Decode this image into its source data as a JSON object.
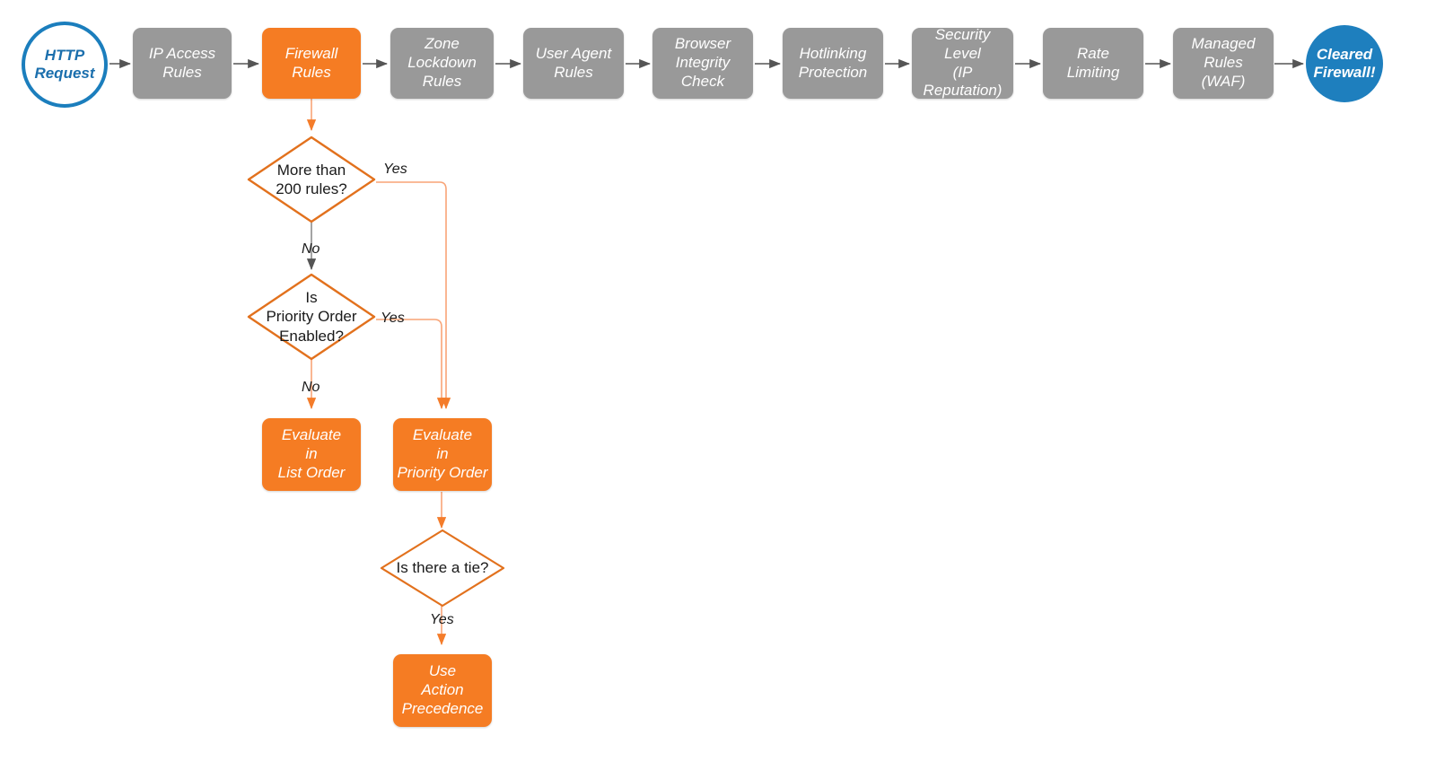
{
  "diagram": {
    "title": "Cloudflare Firewall Rules Evaluation Order",
    "background": "#ffffff",
    "colors": {
      "gray_fill": "#999999",
      "orange_fill": "#f57c23",
      "orange_stroke": "#e2711d",
      "blue_fill": "#1e7fbe",
      "blue_stroke": "#1b7ebd",
      "gray_arrow": "#555555",
      "orange_arrow": "#f8a477",
      "text_dark": "#1a1a1a",
      "text_light": "#ffffff"
    }
  },
  "pipeline": {
    "start": {
      "label": "HTTP\nRequest",
      "shape": "circle"
    },
    "steps": [
      {
        "label": "IP Access\nRules",
        "state": "inactive"
      },
      {
        "label": "Firewall\nRules",
        "state": "active"
      },
      {
        "label": "Zone\nLockdown\nRules",
        "state": "inactive"
      },
      {
        "label": "User Agent\nRules",
        "state": "inactive"
      },
      {
        "label": "Browser\nIntegrity\nCheck",
        "state": "inactive"
      },
      {
        "label": "Hotlinking\nProtection",
        "state": "inactive"
      },
      {
        "label": "Security\nLevel\n(IP Reputation)",
        "state": "inactive"
      },
      {
        "label": "Rate\nLimiting",
        "state": "inactive"
      },
      {
        "label": "Managed\nRules\n(WAF)",
        "state": "inactive"
      }
    ],
    "end": {
      "label": "Cleared\nFirewall!",
      "shape": "circle"
    }
  },
  "branch": {
    "decisions": [
      {
        "id": "more-than-200-rules",
        "label": "More than\n200 rules?"
      },
      {
        "id": "is-priority-order-enabled",
        "label": "Is\nPriority Order\nEnabled?"
      },
      {
        "id": "is-there-a-tie",
        "label": "Is there a tie?"
      }
    ],
    "outcomes": [
      {
        "id": "evaluate-in-list-order",
        "label": "Evaluate\nin\nList Order"
      },
      {
        "id": "evaluate-in-priority-order",
        "label": "Evaluate\nin\nPriority Order"
      },
      {
        "id": "use-action-precedence",
        "label": "Use\nAction\nPrecedence"
      }
    ],
    "edge_labels": {
      "more_rules_yes": "Yes",
      "more_rules_no": "No",
      "priority_yes": "Yes",
      "priority_no": "No",
      "tie_yes": "Yes"
    }
  }
}
